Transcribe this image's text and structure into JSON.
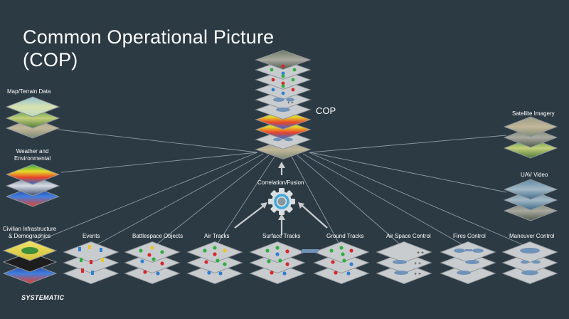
{
  "title": {
    "line1": "Common Operational Picture",
    "line2": "(COP)"
  },
  "cop_label": "COP",
  "fusion_label": "Correlation/Fusion",
  "left_sources": [
    {
      "label_lines": [
        "Map/Terrain Data"
      ]
    },
    {
      "label_lines": [
        "Weather and",
        "Environmental"
      ]
    },
    {
      "label_lines": [
        "Civilian Infrastructure",
        "& Demographics"
      ]
    }
  ],
  "right_sources": [
    {
      "label": "Satellite Imagery"
    },
    {
      "label": "UAV Video"
    }
  ],
  "bottom_sources": [
    {
      "label": "Events"
    },
    {
      "label": "Battlespace Objects"
    },
    {
      "label": "Air Tracks"
    },
    {
      "label": "Surface Tracks"
    },
    {
      "label": "Ground Tracks"
    },
    {
      "label": "Air Space Control"
    },
    {
      "label": "Fires Control"
    },
    {
      "label": "Maneuver Control"
    }
  ],
  "brand": "SYSTEMATIC",
  "colors": {
    "background": "#2c3a44",
    "layer": "#c9ccce",
    "layer_edge": "#8e9499",
    "connector": "#8c9aa4",
    "gear": "#d8dde0",
    "gear_accent": "#3fa9d9",
    "marker_red": "#d9262c",
    "marker_green": "#2fae3f",
    "marker_blue": "#2f7fd3",
    "marker_yellow": "#e8c62b",
    "zone": "#6f93b8"
  }
}
